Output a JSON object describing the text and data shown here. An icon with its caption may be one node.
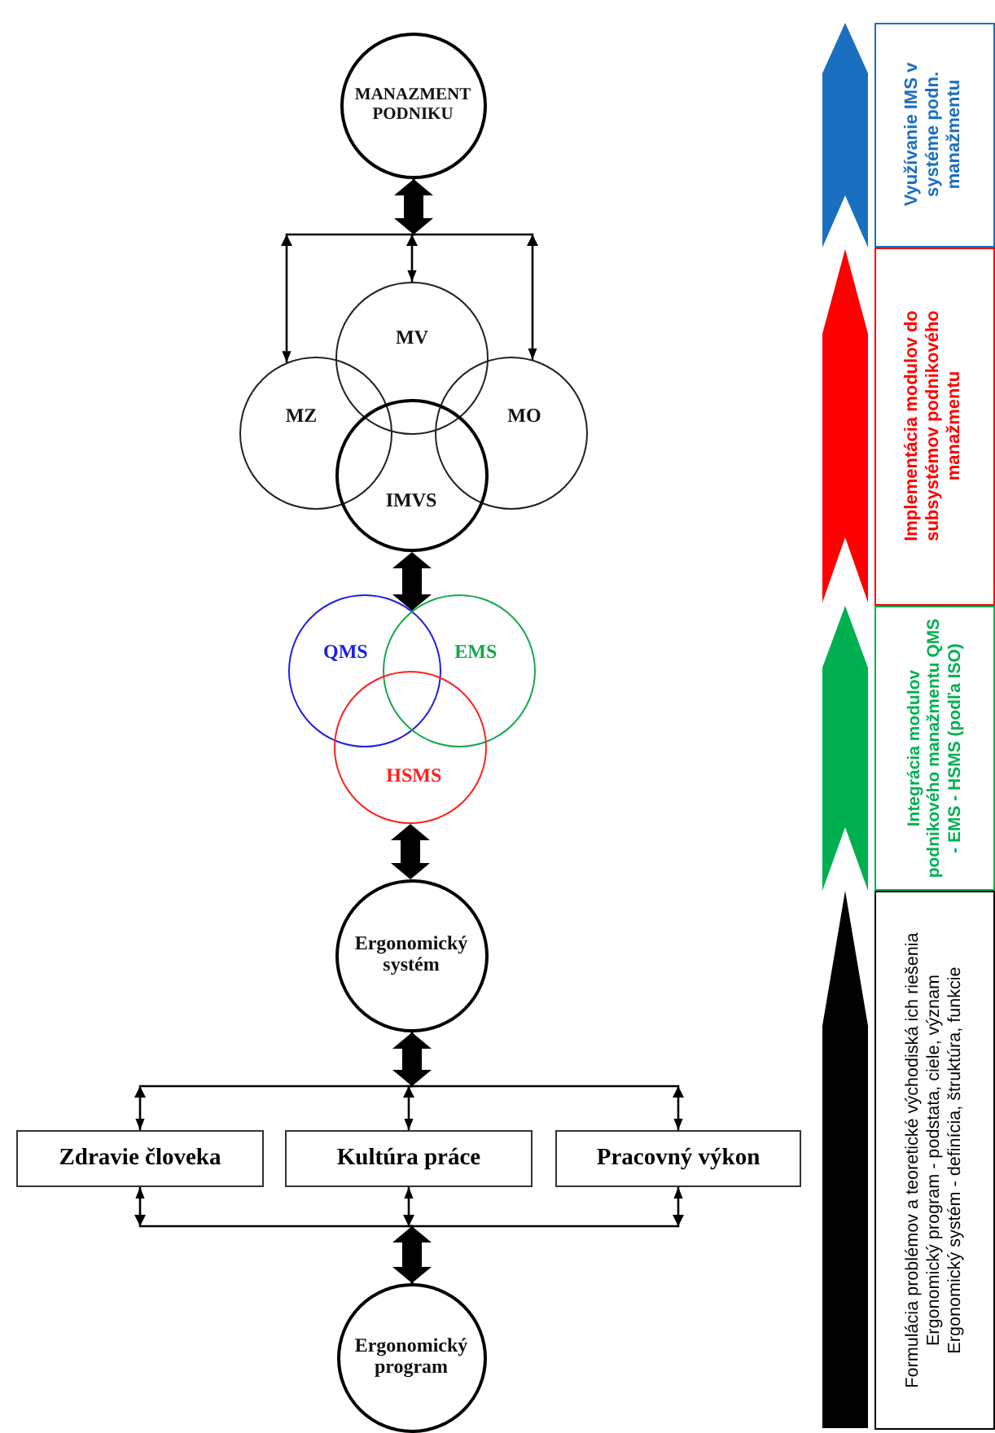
{
  "diagram": {
    "nodes": [
      {
        "text": [
          "MANAZMENT PODNIKU"
        ]
      },
      {
        "text": [
          "MV"
        ]
      },
      {
        "text": [
          "MZ"
        ]
      },
      {
        "text": [
          "MO"
        ]
      },
      {
        "text": [
          "IMVS"
        ]
      },
      {
        "text": [
          "QMS"
        ]
      },
      {
        "text": [
          "EMS"
        ]
      },
      {
        "text": [
          "HSMS"
        ]
      },
      {
        "text": [
          "Ergonomický systém"
        ]
      },
      {
        "text": [
          "Zdravie človeka"
        ]
      },
      {
        "text": [
          "Kultúra práce"
        ]
      },
      {
        "text": [
          "Pracovný výkon"
        ]
      },
      {
        "text": [
          "Ergonomický program"
        ]
      },
      {
        "text": [
          "Využívanie IMS v systéme podn. manažmentu"
        ]
      },
      {
        "text": [
          "Implementácia modulov do subsystémov podnikového manažmentu"
        ]
      },
      {
        "text": [
          "Integrácia modulov podnikového manažmentu QMS - EMS - HSMS (podľa ISO)"
        ]
      },
      {
        "text": [
          "Formulácia problémov a teoretické východiská ich riešenia",
          "Ergonomický program - podstata, ciele, význam",
          "Ergonomický systém - definícia, štruktúra, funkcie"
        ]
      }
    ],
    "edges": [
      {
        "from": 0,
        "to": 1,
        "arrow": "both"
      },
      {
        "from": 0,
        "to": 2,
        "arrow": "both"
      },
      {
        "from": 0,
        "to": 3,
        "arrow": "both"
      },
      {
        "from": 4,
        "to": 5,
        "arrow": "both",
        "style": "thick"
      },
      {
        "from": 7,
        "to": 8,
        "arrow": "both",
        "style": "thick"
      },
      {
        "from": 8,
        "to": 9,
        "arrow": "both"
      },
      {
        "from": 8,
        "to": 10,
        "arrow": "both"
      },
      {
        "from": 8,
        "to": 11,
        "arrow": "both"
      },
      {
        "from": 9,
        "to": 12,
        "arrow": "both"
      },
      {
        "from": 10,
        "to": 12,
        "arrow": "both"
      },
      {
        "from": 11,
        "to": 12,
        "arrow": "both"
      }
    ]
  }
}
